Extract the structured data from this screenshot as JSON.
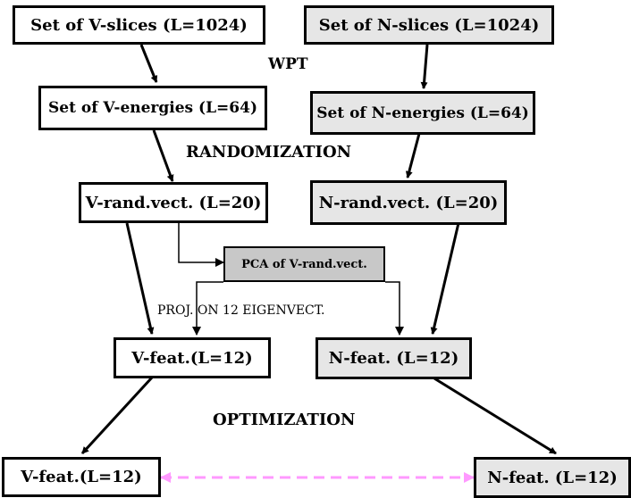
{
  "boxes": {
    "v_slices": "Set of V-slices (L=1024)",
    "n_slices": "Set of N-slices (L=1024)",
    "v_energies": "Set of V-energies (L=64)",
    "n_energies": "Set of N-energies (L=64)",
    "v_rand": "V-rand.vect. (L=20)",
    "n_rand": "N-rand.vect. (L=20)",
    "pca": "PCA of V-rand.vect.",
    "v_feat": "V-feat.(L=12)",
    "n_feat": "N-feat. (L=12)",
    "v_feat_opt": "V-feat.(L=12)",
    "n_feat_opt": "N-feat. (L=12)"
  },
  "labels": {
    "wpt": "WPT",
    "randomization": "RANDOMIZATION",
    "projection": "PROJ. ON 12 EIGENVECT.",
    "optimization": "OPTIMIZATION"
  },
  "colors": {
    "line": "#000000",
    "white_box": "#ffffff",
    "gray_box": "#e6e6e6",
    "pca_box": "#c8c8c8",
    "link": "#ff99ff"
  }
}
